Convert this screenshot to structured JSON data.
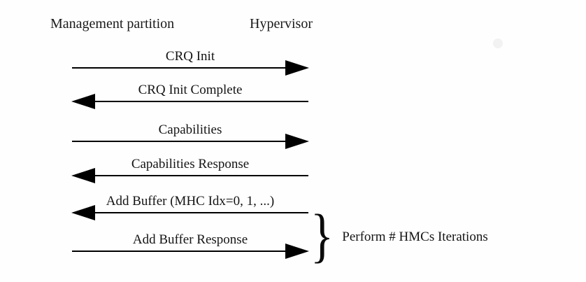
{
  "diagram": {
    "type": "sequence-diagram",
    "background_color": "#fefefe",
    "line_color": "#000000",
    "text_color": "#141414",
    "actors": [
      {
        "id": "management-partition",
        "label": "Management partition"
      },
      {
        "id": "hypervisor",
        "label": "Hypervisor"
      }
    ],
    "messages": [
      {
        "index": 0,
        "label": "CRQ Init",
        "direction": "right",
        "from": "management-partition",
        "to": "hypervisor"
      },
      {
        "index": 1,
        "label": "CRQ Init Complete",
        "direction": "left",
        "from": "hypervisor",
        "to": "management-partition"
      },
      {
        "index": 2,
        "label": "Capabilities",
        "direction": "right",
        "from": "management-partition",
        "to": "hypervisor"
      },
      {
        "index": 3,
        "label": "Capabilities Response",
        "direction": "left",
        "from": "hypervisor",
        "to": "management-partition"
      },
      {
        "index": 4,
        "label": "Add Buffer (MHC Idx=0, 1, ...)",
        "direction": "left",
        "from": "hypervisor",
        "to": "management-partition"
      },
      {
        "index": 5,
        "label": "Add Buffer Response",
        "direction": "right",
        "from": "management-partition",
        "to": "hypervisor"
      }
    ],
    "annotation": {
      "brace_glyph": "}",
      "note": "Perform # HMCs Iterations",
      "covers_messages": [
        4,
        5
      ]
    },
    "artifact": {
      "name": "faint-dot",
      "color": "#f2f2f2"
    }
  }
}
